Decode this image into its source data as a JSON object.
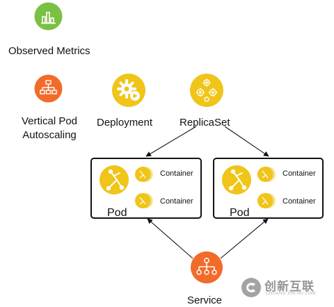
{
  "labels": {
    "observed_metrics": "Observed Metrics",
    "vpa_line1": "Vertical Pod",
    "vpa_line2": "Autoscaling",
    "deployment": "Deployment",
    "replicaset": "ReplicaSet",
    "service": "Service"
  },
  "pods": [
    {
      "label": "Pod",
      "containers": [
        "Container",
        "Container"
      ]
    },
    {
      "label": "Pod",
      "containers": [
        "Container",
        "Container"
      ]
    }
  ],
  "watermark": {
    "cn": "创新互联",
    "en": "CHUANG XIN HU LIAN"
  },
  "colors": {
    "green": "#7ac143",
    "orange": "#f26b2a",
    "yellow": "#f0c419",
    "black": "#111111"
  },
  "icons": [
    "bar-chart-icon",
    "hierarchy-icon",
    "gear-play-icon",
    "gears-icon",
    "network-icon",
    "pod-icon",
    "container-icon"
  ]
}
